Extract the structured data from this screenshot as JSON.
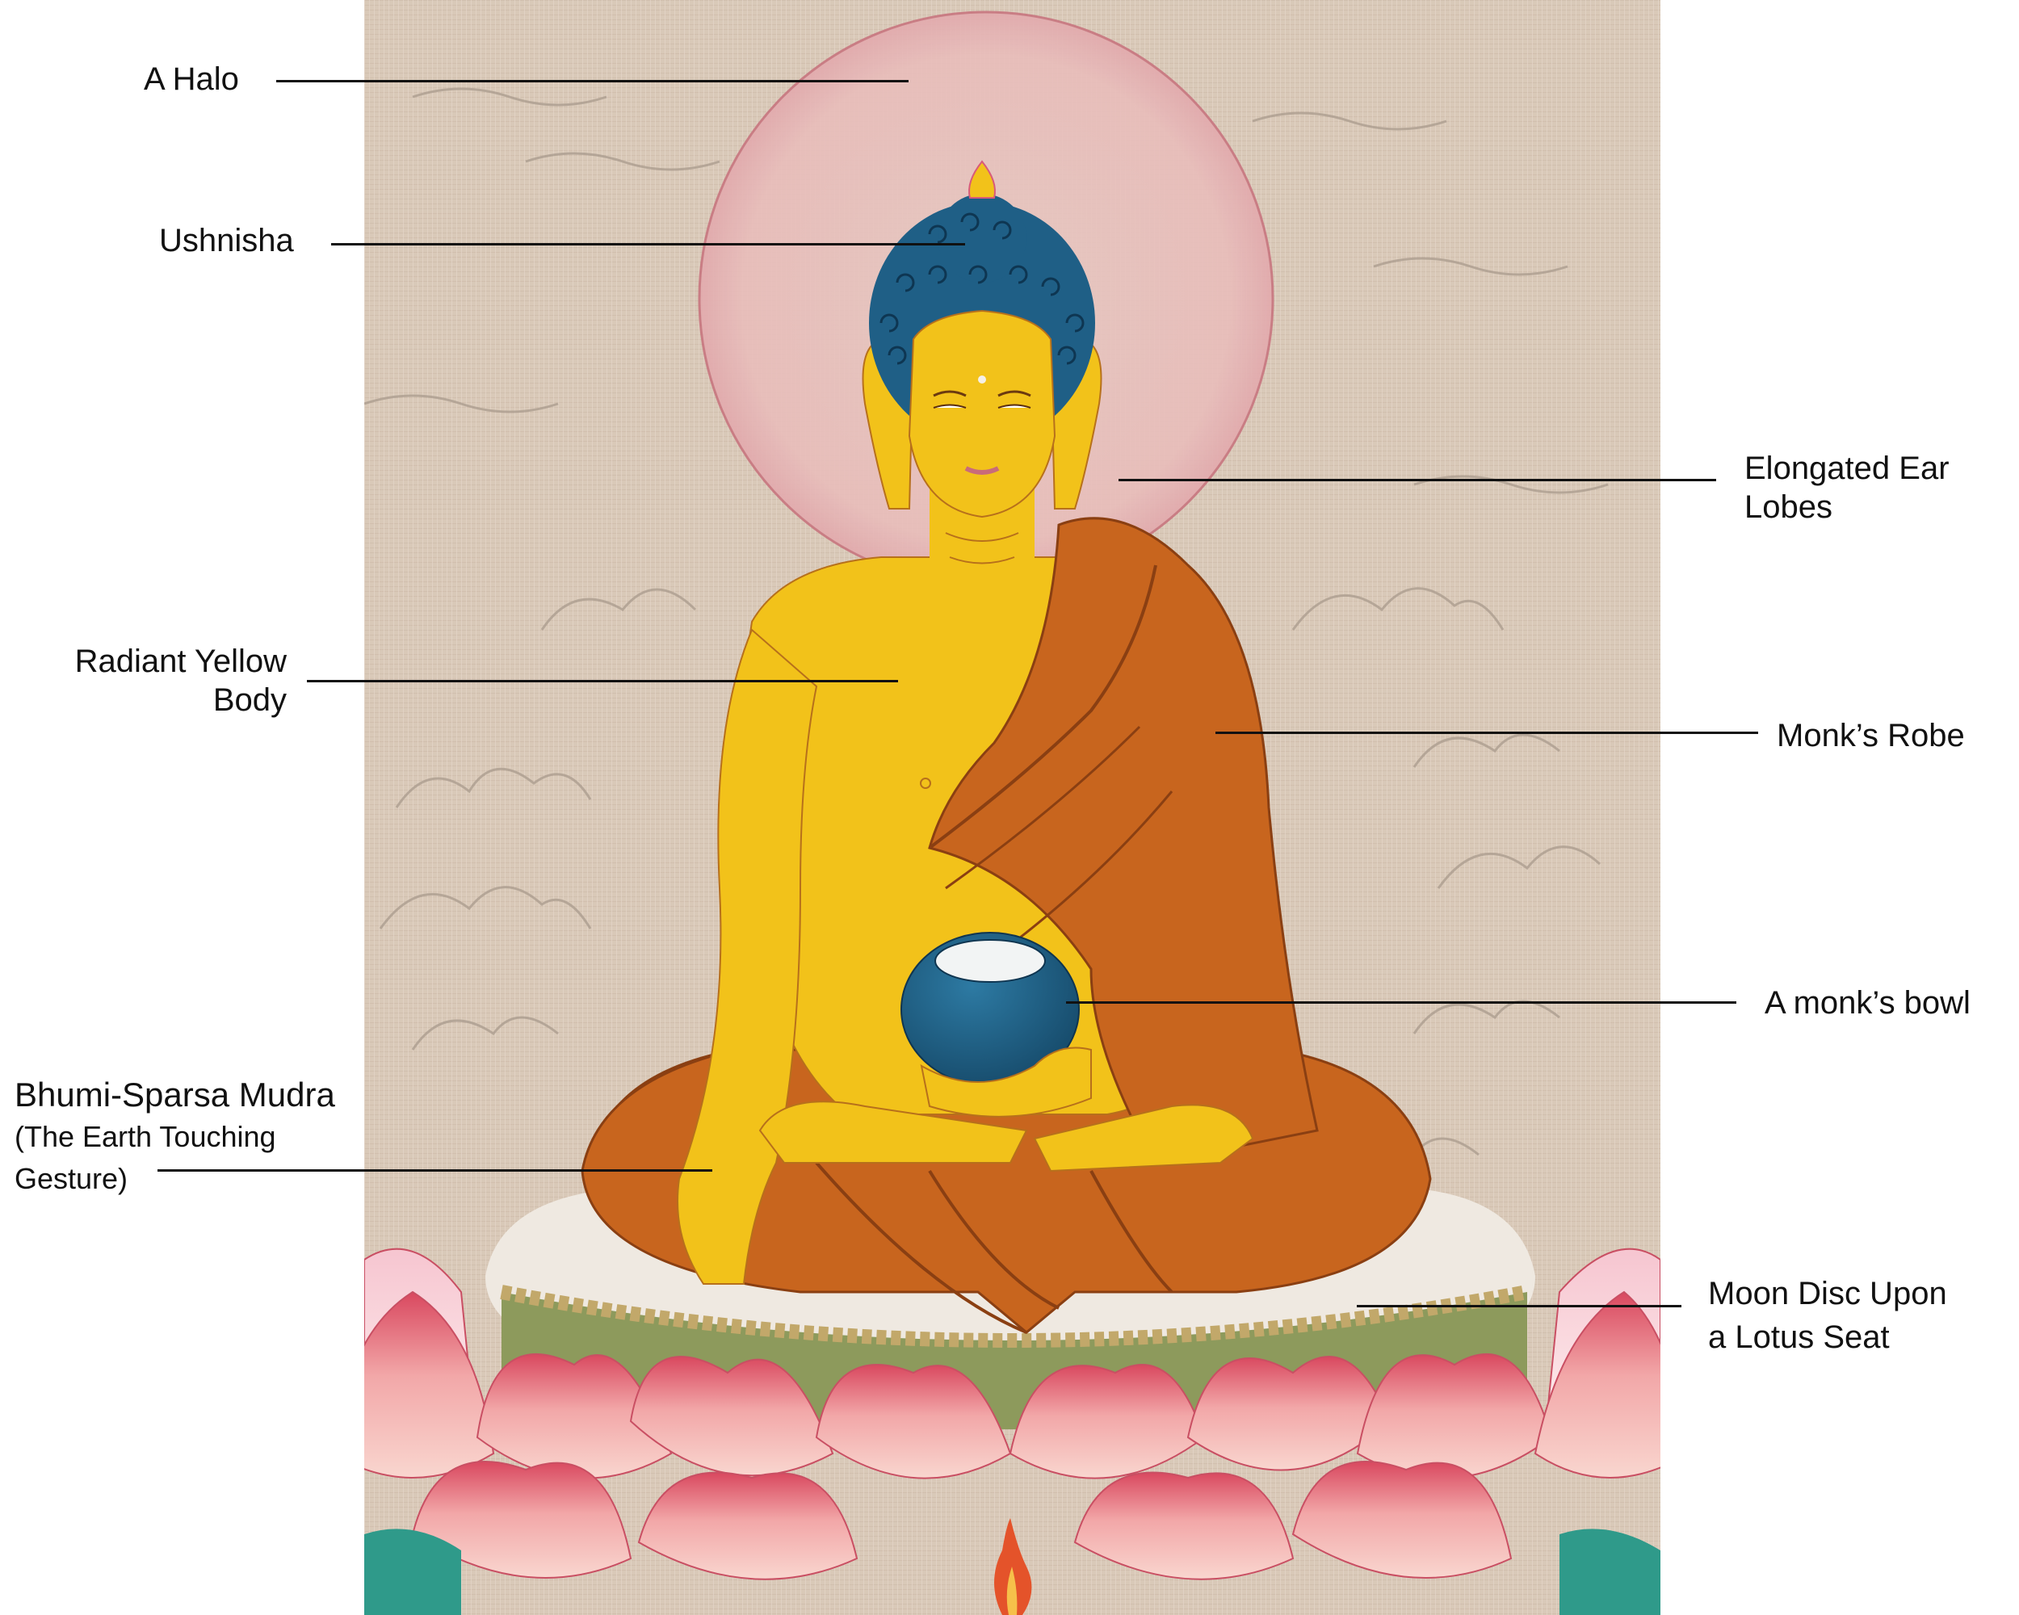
{
  "diagram": {
    "subject": "Shakyamuni Buddha thangka painting with annotated iconographic features",
    "colors": {
      "canvas_bg": "#d9c9b8",
      "halo": "#e8b8b8",
      "body": "#f2c21a",
      "hair": "#1f5f86",
      "robe": "#c8651e",
      "bowl": "#1e5a7e",
      "moon_disc": "#efe9e1",
      "lotus": "#f0a4a4",
      "leaves": "#2f9a8a",
      "line": "#111111"
    },
    "labels": [
      {
        "id": "halo",
        "text": "A Halo"
      },
      {
        "id": "ushnisha",
        "text": "Ushnisha"
      },
      {
        "id": "ear_lobes",
        "line1": "Elongated Ear",
        "line2": "Lobes"
      },
      {
        "id": "yellow_body",
        "line1": "Radiant Yellow",
        "line2": "Body"
      },
      {
        "id": "robe",
        "text": "Monk’s Robe"
      },
      {
        "id": "bowl",
        "text": "A monk’s bowl"
      },
      {
        "id": "mudra",
        "line1": "Bhumi-Sparsa Mudra",
        "line2": "(The Earth Touching",
        "line3": "Gesture)"
      },
      {
        "id": "moon_disc",
        "line1": "Moon Disc Upon",
        "line2": "a Lotus Seat"
      }
    ]
  }
}
